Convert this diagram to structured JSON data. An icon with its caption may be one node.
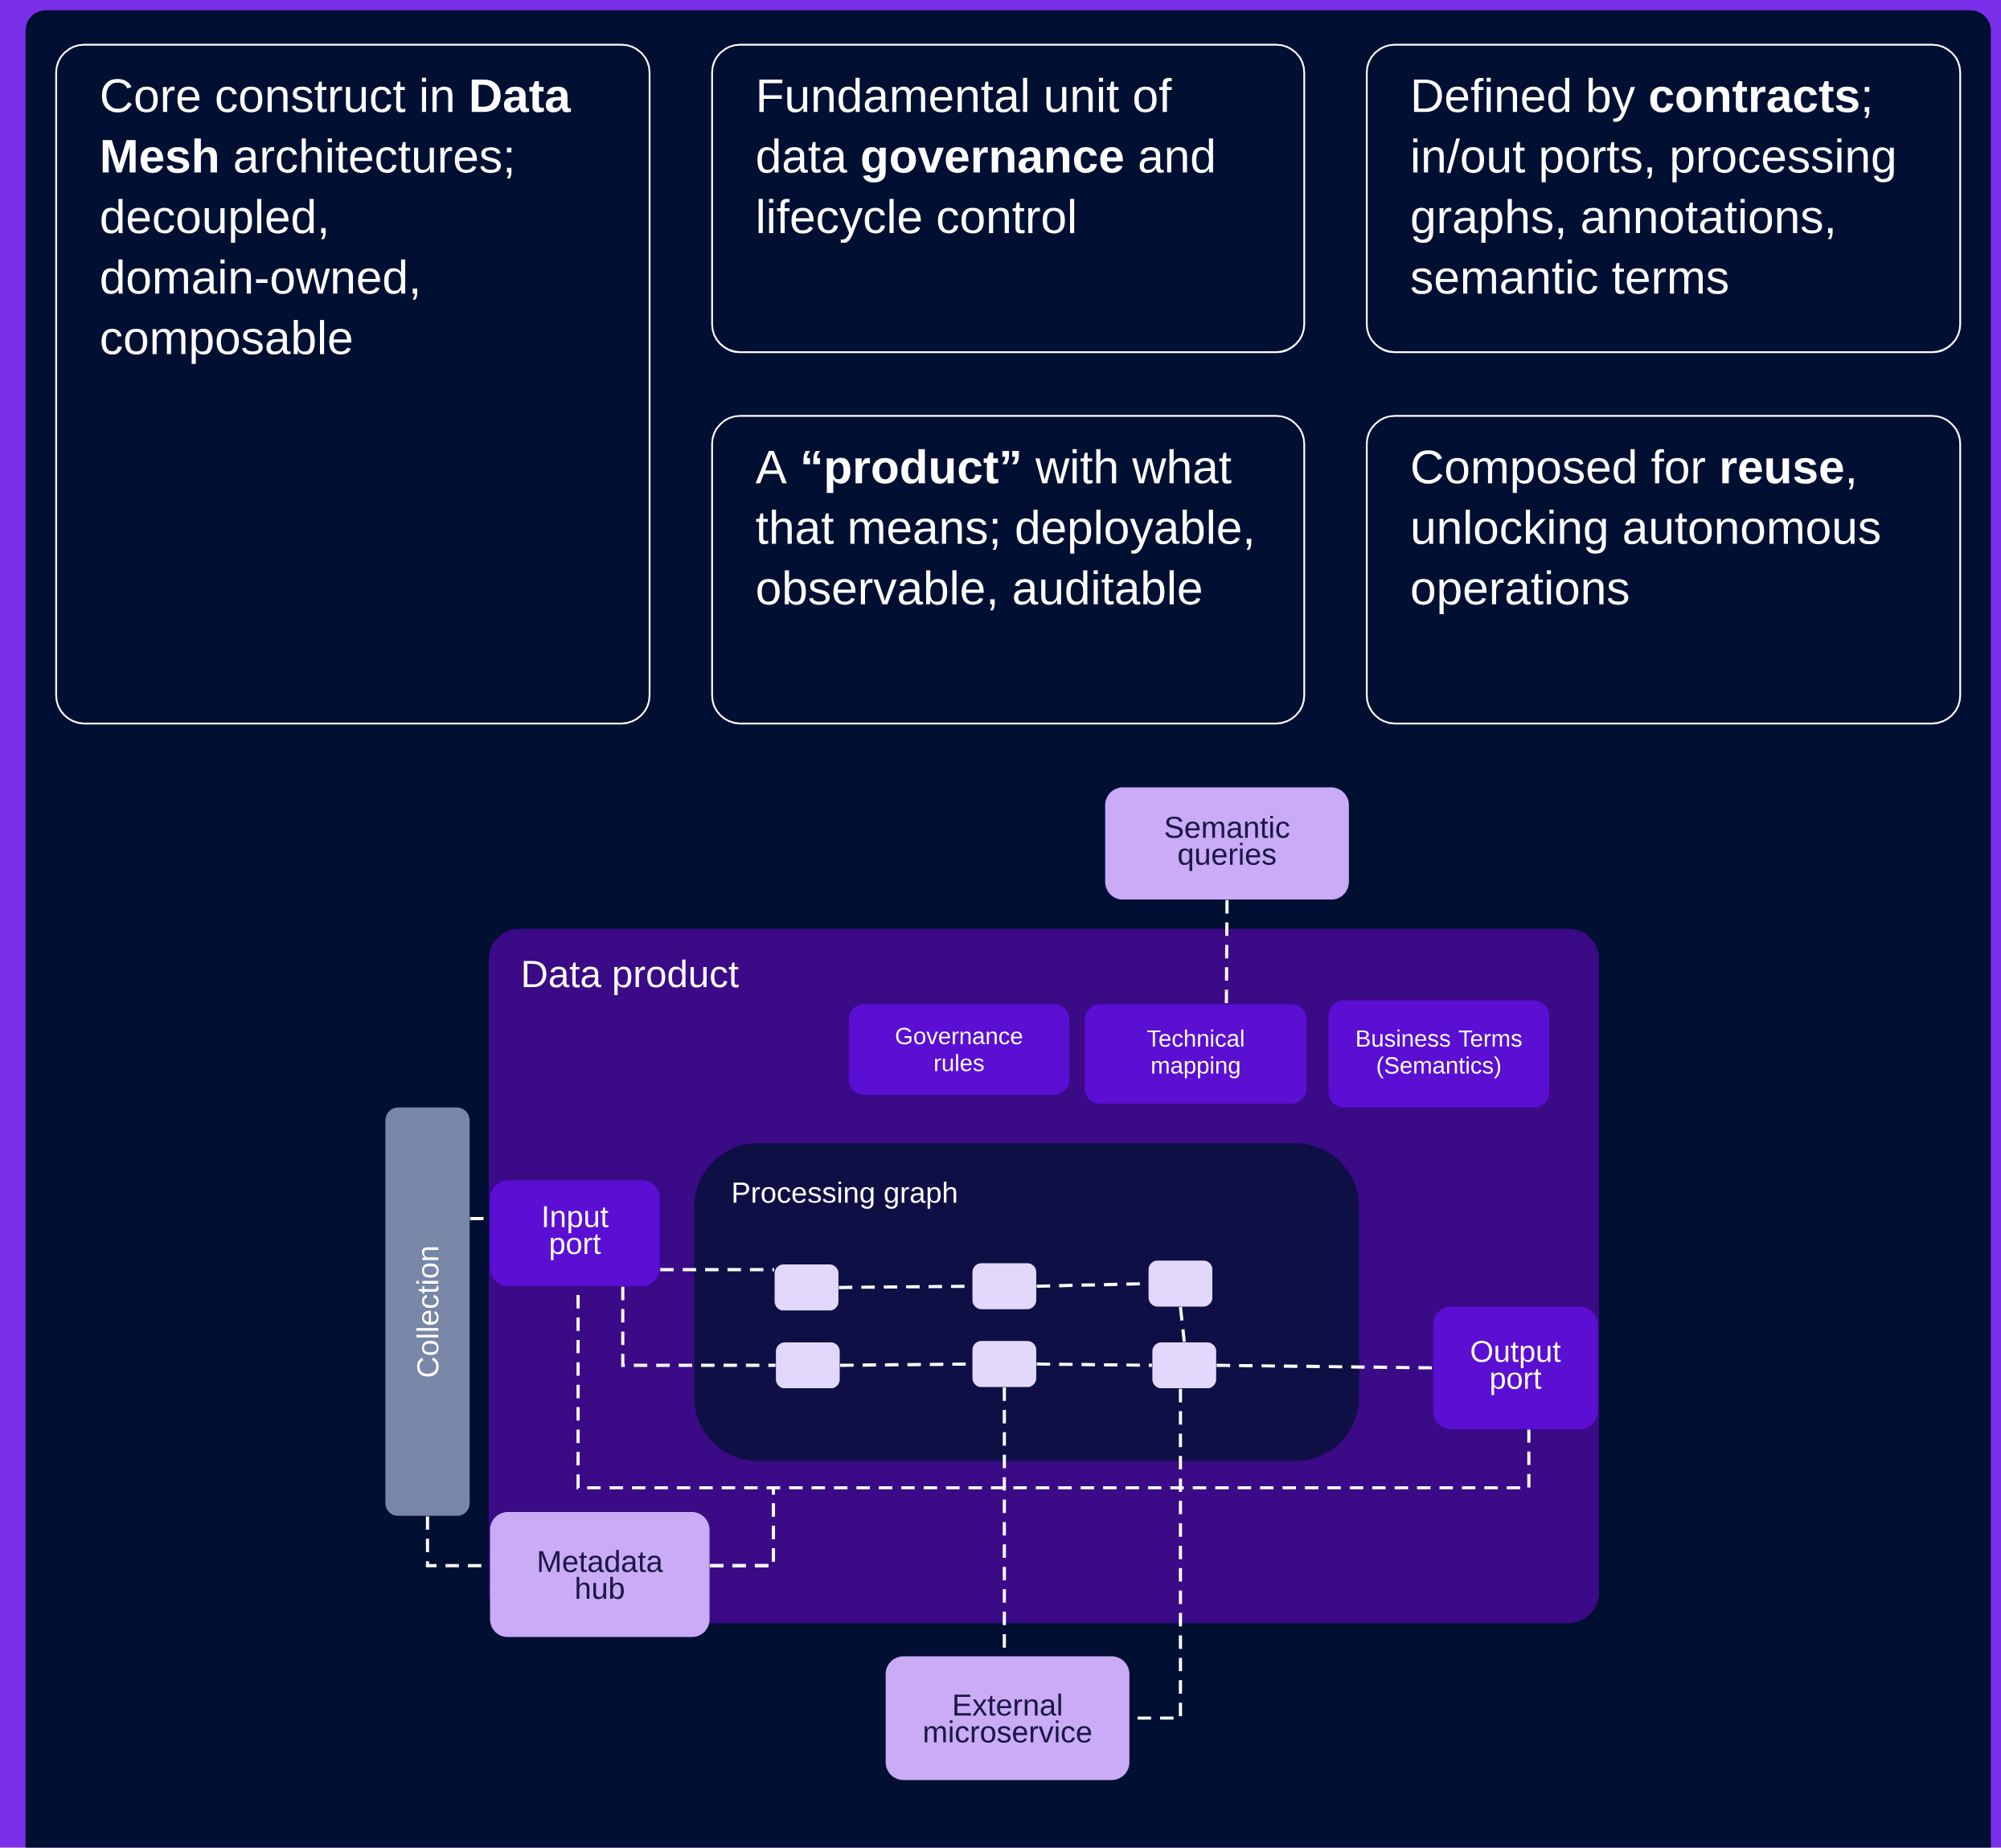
{
  "diagram": {
    "nodes": [
      {
        "text": [
          "Core construct in **Data Mesh** architectures; decoupled, domain-owned, composable"
        ]
      },
      {
        "text": [
          "Fundamental unit of data **governance** and lifecycle control"
        ]
      },
      {
        "text": [
          "Defined by **contracts**; in/out ports, processing graphs, annotations, semantic terms"
        ]
      },
      {
        "text": [
          "A **“product”** with what that means; deployable, observable, auditable"
        ]
      },
      {
        "text": [
          "Composed for **reuse**, unlocking autonomous operations"
        ]
      },
      {
        "text": [
          "Semantic queries"
        ]
      },
      {
        "text": [
          "Data product"
        ]
      },
      {
        "text": [
          "Governance rules"
        ],
        "in": 6
      },
      {
        "text": [
          "Technical mapping"
        ],
        "in": 6
      },
      {
        "text": [
          "Business Terms (Semantics)"
        ],
        "in": 6
      },
      {
        "text": [
          "Collection"
        ]
      },
      {
        "text": [
          "Input port"
        ],
        "in": 6
      },
      {
        "text": [
          "Processing graph"
        ],
        "in": 6
      },
      {
        "text": [],
        "shape": "box",
        "in": 12
      },
      {
        "text": [],
        "shape": "box",
        "in": 12
      },
      {
        "text": [],
        "shape": "box",
        "in": 12
      },
      {
        "text": [],
        "shape": "box",
        "in": 12
      },
      {
        "text": [],
        "shape": "box",
        "in": 12
      },
      {
        "text": [],
        "shape": "box",
        "in": 12
      },
      {
        "text": [
          "Output port"
        ],
        "in": 6
      },
      {
        "text": [
          "Metadata hub"
        ]
      },
      {
        "text": [
          "External microservice"
        ]
      }
    ],
    "edges": [
      {
        "from": 5,
        "to": 8,
        "arrow": "none"
      },
      {
        "from": 10,
        "to": 11,
        "arrow": "none"
      },
      {
        "from": 11,
        "to": 13,
        "arrow": "none"
      },
      {
        "from": 11,
        "to": 16,
        "arrow": "none"
      },
      {
        "from": 13,
        "to": 14,
        "arrow": "none"
      },
      {
        "from": 14,
        "to": 15,
        "arrow": "none"
      },
      {
        "from": 15,
        "to": 18,
        "arrow": "none"
      },
      {
        "from": 16,
        "to": 17,
        "arrow": "none"
      },
      {
        "from": 17,
        "to": 18,
        "arrow": "none"
      },
      {
        "from": 18,
        "to": 19,
        "arrow": "none"
      },
      {
        "from": 17,
        "to": 21,
        "arrow": "none"
      },
      {
        "from": 18,
        "to": 21,
        "arrow": "none"
      },
      {
        "from": 20,
        "to": 11,
        "arrow": "none"
      },
      {
        "from": 20,
        "to": 19,
        "arrow": "none"
      },
      {
        "from": 10,
        "to": 20,
        "arrow": "none"
      }
    ]
  }
}
